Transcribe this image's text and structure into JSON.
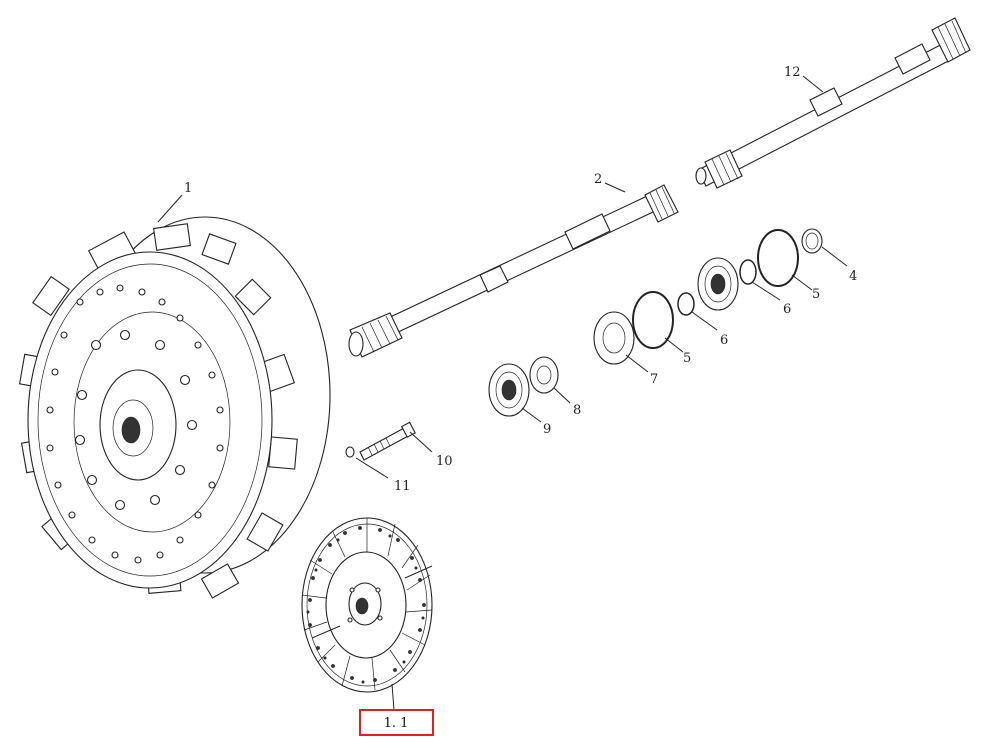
{
  "diagram": {
    "callouts": {
      "c1": "1",
      "c2": "2",
      "c4": "4",
      "c5a": "5",
      "c5b": "5",
      "c6a": "6",
      "c6b": "6",
      "c7": "7",
      "c8": "8",
      "c9": "9",
      "c10": "10",
      "c11": "11",
      "c12": "12"
    },
    "highlight": {
      "label": "1. 1",
      "color": "#e02020"
    }
  }
}
